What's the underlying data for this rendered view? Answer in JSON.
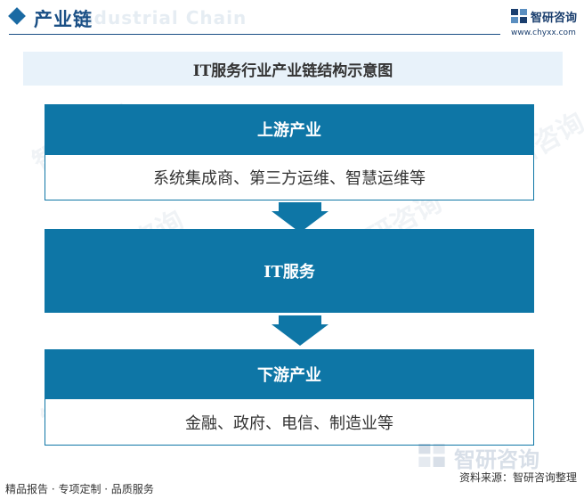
{
  "header": {
    "section_title": "产业链",
    "ghost_text": "Industrial Chain",
    "brand_name": "智研咨询",
    "brand_url": "www.chyxx.com"
  },
  "chart": {
    "title": "IT服务行业产业链结构示意图",
    "upstream": {
      "heading": "上游产业",
      "content": "系统集成商、第三方运维、智慧运维等"
    },
    "midstream": {
      "heading": "IT服务"
    },
    "downstream": {
      "heading": "下游产业",
      "content": "金融、政府、电信、制造业等"
    }
  },
  "watermark": {
    "text": "智研咨询"
  },
  "footer": {
    "left": "精品报告 · 专项定制 · 品质服务",
    "right": "资料来源：智研咨询整理"
  },
  "colors": {
    "accent": "#0e76a6",
    "header": "#1a4f85",
    "band": "#e8f2fa"
  }
}
